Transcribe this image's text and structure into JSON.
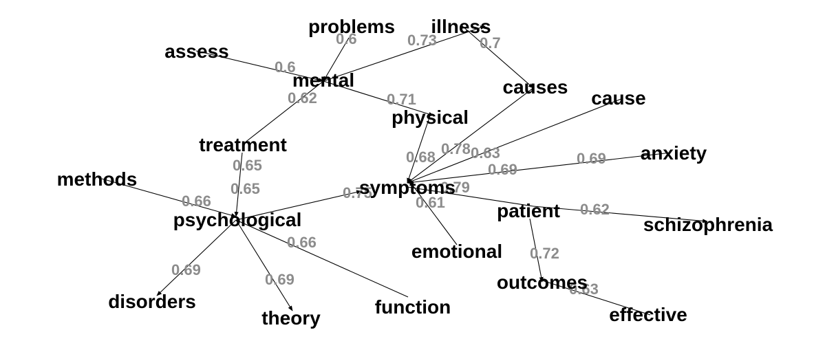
{
  "nodes": [
    {
      "id": "problems",
      "label": "problems"
    },
    {
      "id": "illness",
      "label": "illness"
    },
    {
      "id": "assess",
      "label": "assess"
    },
    {
      "id": "mental",
      "label": "mental"
    },
    {
      "id": "causes",
      "label": "causes"
    },
    {
      "id": "cause",
      "label": "cause"
    },
    {
      "id": "physical",
      "label": "physical"
    },
    {
      "id": "treatment",
      "label": "treatment"
    },
    {
      "id": "anxiety",
      "label": "anxiety"
    },
    {
      "id": "methods",
      "label": "methods"
    },
    {
      "id": "symptoms",
      "label": "symptoms"
    },
    {
      "id": "patient",
      "label": "patient"
    },
    {
      "id": "psychological",
      "label": "psychological"
    },
    {
      "id": "schizophrenia",
      "label": "schizophrenia"
    },
    {
      "id": "emotional",
      "label": "emotional"
    },
    {
      "id": "outcomes",
      "label": "outcomes"
    },
    {
      "id": "disorders",
      "label": "disorders"
    },
    {
      "id": "theory",
      "label": "theory"
    },
    {
      "id": "function",
      "label": "function"
    },
    {
      "id": "effective",
      "label": "effective"
    }
  ],
  "edges": [
    {
      "id": "problems-mental",
      "weight": "0.6"
    },
    {
      "id": "mental-illness",
      "weight": "0.73"
    },
    {
      "id": "illness-causes",
      "weight": "0.7"
    },
    {
      "id": "assess-mental",
      "weight": "0.6"
    },
    {
      "id": "mental-physical",
      "weight": "0.71"
    },
    {
      "id": "mental-treatment",
      "weight": "0.62"
    },
    {
      "id": "physical-symptoms",
      "weight": "0.68"
    },
    {
      "id": "causes-symptoms",
      "weight": "0.78"
    },
    {
      "id": "cause-symptoms",
      "weight": "0.63"
    },
    {
      "id": "anxiety-symptoms-a",
      "weight": "0.69"
    },
    {
      "id": "anxiety-symptoms-b",
      "weight": "0.69"
    },
    {
      "id": "treatment-psychological-a",
      "weight": "0.65"
    },
    {
      "id": "treatment-psychological-b",
      "weight": "0.65"
    },
    {
      "id": "methods-psychological",
      "weight": "0.66"
    },
    {
      "id": "psychological-symptoms",
      "weight": "0.75"
    },
    {
      "id": "symptoms-patient",
      "weight": "0.79"
    },
    {
      "id": "symptoms-emotional",
      "weight": "0.61"
    },
    {
      "id": "patient-schizophrenia",
      "weight": "0.62"
    },
    {
      "id": "patient-outcomes",
      "weight": "0.72"
    },
    {
      "id": "outcomes-effective",
      "weight": "0.63"
    },
    {
      "id": "psychological-disorders",
      "weight": "0.69"
    },
    {
      "id": "psychological-theory",
      "weight": "0.69"
    },
    {
      "id": "psychological-function",
      "weight": "0.66"
    }
  ]
}
